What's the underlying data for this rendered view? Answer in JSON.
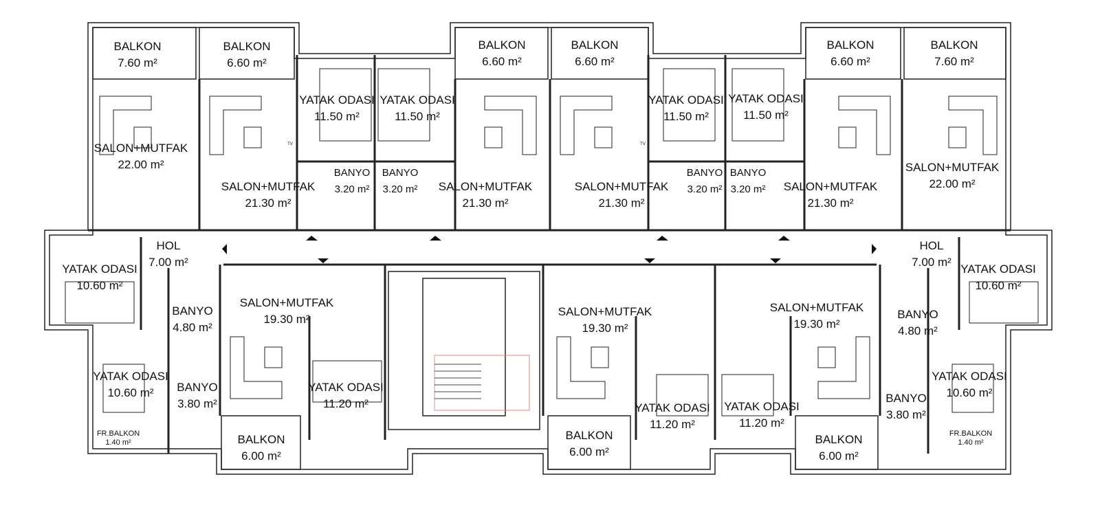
{
  "rooms": [
    {
      "name": "BALKON",
      "area": "7.60 m²"
    },
    {
      "name": "BALKON",
      "area": "6.60 m²"
    },
    {
      "name": "YATAK ODASI",
      "area": "11.50 m²"
    },
    {
      "name": "YATAK ODASI",
      "area": "11.50 m²"
    },
    {
      "name": "BALKON",
      "area": "6.60 m²"
    },
    {
      "name": "BALKON",
      "area": "6.60 m²"
    },
    {
      "name": "YATAK ODASI",
      "area": "11.50 m²"
    },
    {
      "name": "YATAK ODASI",
      "area": "11.50 m²"
    },
    {
      "name": "BALKON",
      "area": "6.60 m²"
    },
    {
      "name": "BALKON",
      "area": "7.60 m²"
    },
    {
      "name": "SALON+MUTFAK",
      "area": "22.00 m²"
    },
    {
      "name": "SALON+MUTFAK",
      "area": "21.30 m²"
    },
    {
      "name": "BANYO",
      "area": "3.20 m²"
    },
    {
      "name": "BANYO",
      "area": "3.20 m²"
    },
    {
      "name": "SALON+MUTFAK",
      "area": "21.30 m²"
    },
    {
      "name": "SALON+MUTFAK",
      "area": "21.30 m²"
    },
    {
      "name": "BANYO",
      "area": "3.20 m²"
    },
    {
      "name": "BANYO",
      "area": "3.20 m²"
    },
    {
      "name": "SALON+MUTFAK",
      "area": "21.30 m²"
    },
    {
      "name": "SALON+MUTFAK",
      "area": "22.00 m²"
    },
    {
      "name": "HOL",
      "area": "7.00 m²"
    },
    {
      "name": "HOL",
      "area": "7.00 m²"
    },
    {
      "name": "YATAK ODASI",
      "area": "10.60 m²"
    },
    {
      "name": "YATAK ODASI",
      "area": "10.60 m²"
    },
    {
      "name": "SALON+MUTFAK",
      "area": "19.30 m²"
    },
    {
      "name": "SALON+MUTFAK",
      "area": "19.30 m²"
    },
    {
      "name": "SALON+MUTFAK",
      "area": "19.30 m²"
    },
    {
      "name": "BANYO",
      "area": "4.80 m²"
    },
    {
      "name": "BANYO",
      "area": "4.80 m²"
    },
    {
      "name": "YATAK ODASI",
      "area": "10.60 m²"
    },
    {
      "name": "YATAK ODASI",
      "area": "10.60 m²"
    },
    {
      "name": "BANYO",
      "area": "3.80 m²"
    },
    {
      "name": "BANYO",
      "area": "3.80 m²"
    },
    {
      "name": "YATAK ODASI",
      "area": "11.20 m²"
    },
    {
      "name": "YATAK ODASI",
      "area": "11.20 m²"
    },
    {
      "name": "YATAK ODASI",
      "area": "11.20 m²"
    },
    {
      "name": "BALKON",
      "area": "6.00 m²"
    },
    {
      "name": "BALKON",
      "area": "6.00 m²"
    },
    {
      "name": "BALKON",
      "area": "6.00 m²"
    },
    {
      "name": "FR.BALKON",
      "area": "1.40 m²"
    },
    {
      "name": "FR.BALKON",
      "area": "1.40 m²"
    }
  ],
  "tv_label": "TV"
}
